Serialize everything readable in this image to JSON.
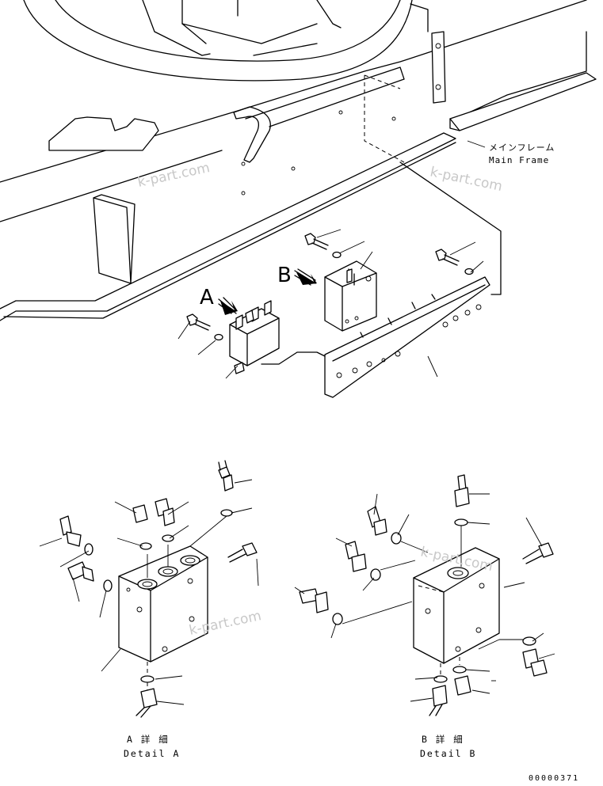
{
  "labels": {
    "main_frame_jp": "メインフレーム",
    "main_frame_en": "Main Frame",
    "view_a": "A",
    "view_b": "B"
  },
  "captions": {
    "detail_a_jp": "A 詳 細",
    "detail_a_en": "Detail A",
    "detail_b_jp": "B 詳 細",
    "detail_b_en": "Detail B"
  },
  "watermarks": [
    "k-part.com",
    "k-part.com",
    "k-part.com",
    "k-part.com"
  ],
  "drawing_number": "00000371"
}
